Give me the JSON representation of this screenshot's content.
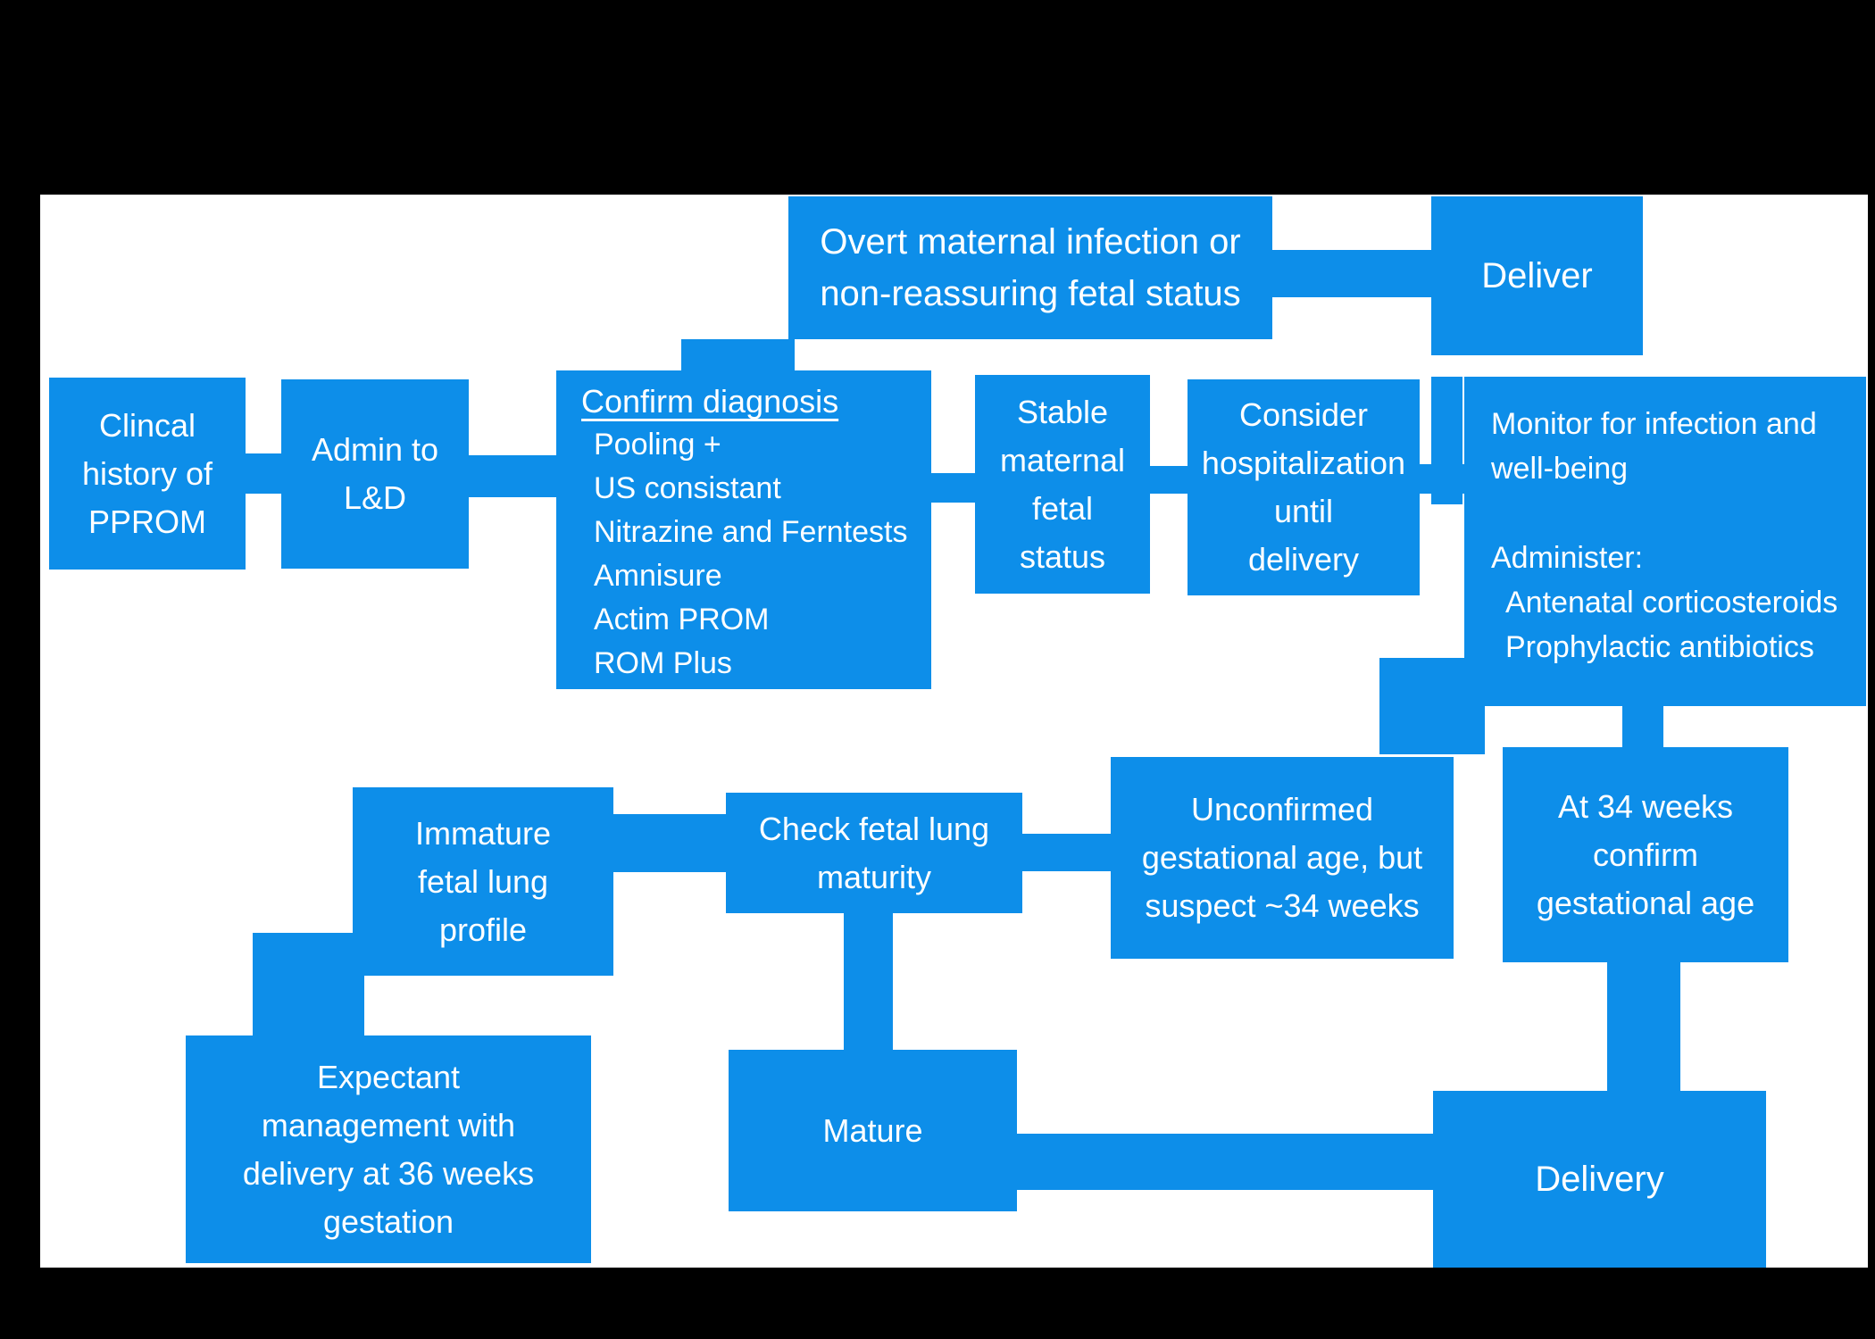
{
  "slide": {
    "background_color": "#000000",
    "panel_color": "#ffffff",
    "accent_color": "#0d8ee9",
    "text_color": "#ffffff"
  },
  "nodes": {
    "clinical_history": {
      "text": "Clincal\nhistory of\nPPROM"
    },
    "admit_ld": {
      "text": "Admin to\nL&D"
    },
    "confirm_diagnosis": {
      "title": "Confirm diagnosis",
      "items": "Pooling +\nUS consistant\nNitrazine and Ferntests\nAmnisure\nActim PROM\nROM Plus"
    },
    "overt_infection": {
      "text": "Overt maternal infection or\nnon-reassuring fetal status"
    },
    "deliver": {
      "text": "Deliver"
    },
    "stable_status": {
      "text": "Stable\nmaternal\nfetal\nstatus"
    },
    "hospitalization": {
      "text": "Consider\nhospitalization\nuntil\ndelivery"
    },
    "monitor": {
      "intro": "Monitor for infection and\nwell-being",
      "administer_label": "Administer:",
      "administer_items": "Antenatal corticosteroids\nProphylactic antibiotics"
    },
    "unconfirmed_ga": {
      "text": "Unconfirmed\ngestational age, but\nsuspect ~34 weeks"
    },
    "at_34_weeks": {
      "text": "At 34 weeks\nconfirm\ngestational age"
    },
    "immature_lung": {
      "text": "Immature\nfetal lung\nprofile"
    },
    "check_lung": {
      "text": "Check fetal lung\nmaturity"
    },
    "expectant": {
      "text": "Expectant\nmanagement with\ndelivery at 36 weeks\ngestation"
    },
    "mature": {
      "text": "Mature"
    },
    "delivery": {
      "text": "Delivery"
    }
  }
}
